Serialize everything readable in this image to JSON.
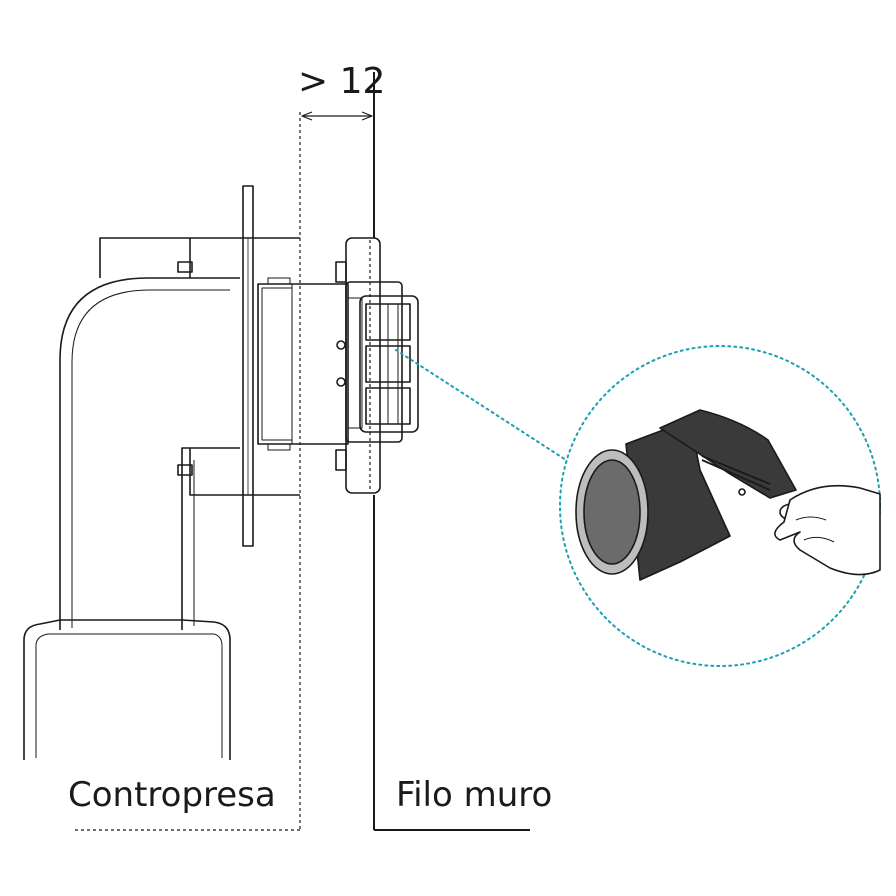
{
  "dimension": {
    "text": "> 12"
  },
  "labels": {
    "left": "Contropresa",
    "right": "Filo muro"
  },
  "colors": {
    "line": "#1a1a1a",
    "accent": "#1aa0b0",
    "tape": "#3a3a3a",
    "cap": "#6b6b6b"
  },
  "icons": {
    "detail": "scissors-cutting-tape-icon",
    "hand": "hand-icon"
  }
}
